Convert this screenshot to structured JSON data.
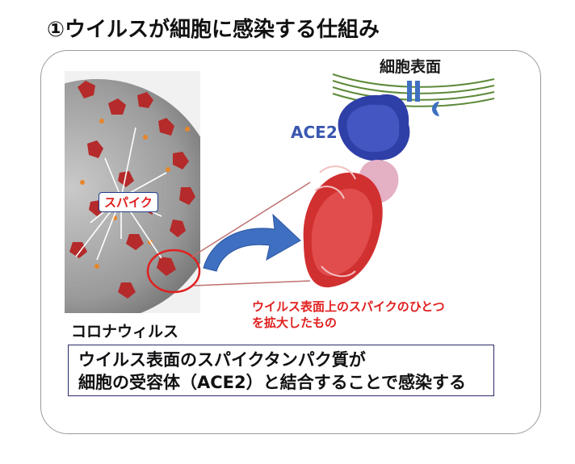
{
  "title": "①ウイルスが細胞に感染する仕組み",
  "labels": {
    "cell_surface": "細胞表面",
    "ace2": "ACE2",
    "spike": "スパイク",
    "coronavirus": "コロナウィルス",
    "zoom_caption_line1": "ウイルス表面上のスパイクのひとつ",
    "zoom_caption_line2": "を拡大したもの"
  },
  "summary": {
    "line1": "ウイルス表面のスパイクタンパク質が",
    "line2": "細胞の受容体（ACE2）と結合することで感染する"
  },
  "colors": {
    "spike_red": "#b52a2a",
    "virus_grey": "#9a9a9a",
    "ace2_blue": "#2f3fa8",
    "arrow_blue": "#3f6fc0",
    "highlight_red": "#e02020",
    "membrane_green": "#5d8a3a"
  }
}
